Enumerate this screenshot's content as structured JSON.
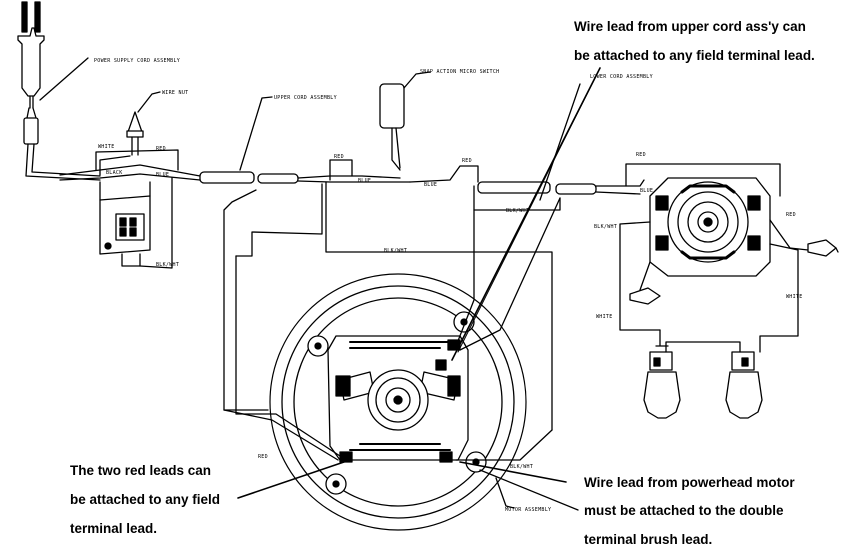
{
  "labels": {
    "power_supply_cord": "POWER SUPPLY CORD ASSEMBLY",
    "wire_nut": "WIRE NUT",
    "upper_cord": "UPPER CORD ASSEMBLY",
    "snap_switch": "SNAP ACTION MICRO SWITCH",
    "lower_cord": "LOWER CORD ASSEMBLY",
    "motor_assembly": "MOTOR ASSEMBLY",
    "white_1": "WHITE",
    "red_1": "RED",
    "black": "BLACK",
    "blue_1": "BLUE",
    "blk_wht_1": "BLK/WHT",
    "red_2": "RED",
    "blue_2": "BLUE",
    "blk_wht_2": "BLK/WHT",
    "red_3": "RED",
    "blue_3": "BLUE",
    "blk_wht_3": "BLK/WHT",
    "red_4": "RED",
    "blue_4": "BLUE",
    "blk_wht_4": "BLK/WHT",
    "red_5": "RED",
    "white_2": "WHITE",
    "white_3": "WHITE",
    "red_6": "RED",
    "blk_wht_5": "BLK/WHT"
  },
  "notes": {
    "top_line1": "Wire lead from upper cord ass'y can",
    "top_line2": "be attached to any field terminal lead.",
    "left_line1": "The two red leads can",
    "left_line2": "be attached to any field",
    "left_line3": "terminal lead.",
    "right_line1": "Wire lead from powerhead motor",
    "right_line2": "must be attached to the double",
    "right_line3": "terminal brush lead."
  }
}
